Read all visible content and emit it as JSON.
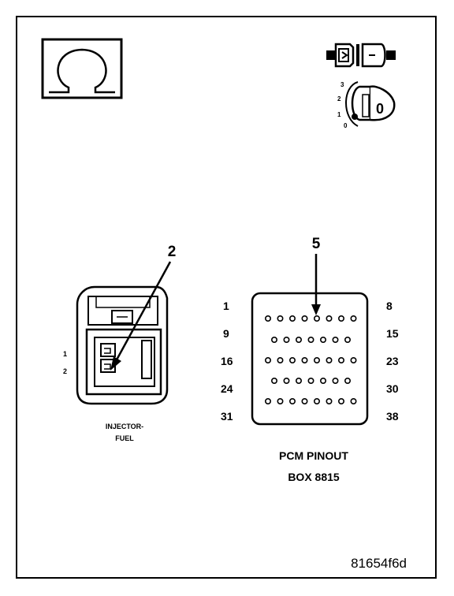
{
  "ohm_symbol": "Ω",
  "ignition_key": {
    "label": "0",
    "positions": [
      "3",
      "2",
      "1",
      "0"
    ]
  },
  "injector": {
    "callout": "2",
    "pin_labels": [
      "1",
      "2"
    ],
    "caption_line1": "INJECTOR-",
    "caption_line2": "FUEL"
  },
  "pcm": {
    "callout": "5",
    "row_labels_left": [
      "1",
      "9",
      "16",
      "24",
      "31"
    ],
    "row_labels_right": [
      "8",
      "15",
      "23",
      "30",
      "38"
    ],
    "row_pin_counts": [
      8,
      7,
      8,
      7,
      8
    ],
    "title_line1": "PCM PINOUT",
    "title_line2": "BOX 8815"
  },
  "figure_id": "81654f6d"
}
